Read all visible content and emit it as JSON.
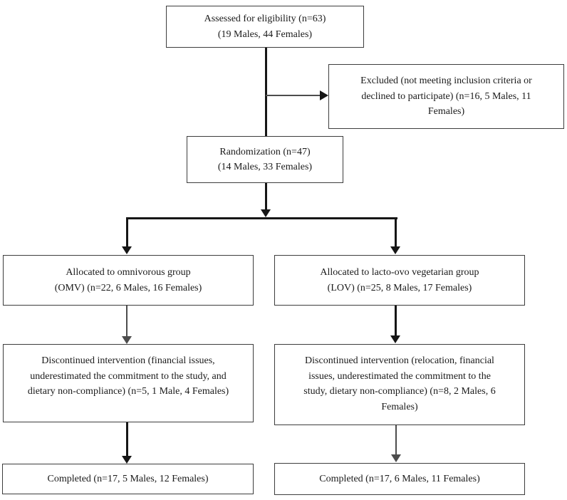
{
  "diagram": {
    "type": "flowchart",
    "nodes": {
      "assessed": {
        "lines": [
          "Assessed for eligibility (n=63)",
          "(19 Males, 44 Females)"
        ]
      },
      "excluded": {
        "lines": [
          "Excluded (not meeting inclusion criteria or",
          "declined to participate) (n=16, 5 Males, 11",
          "Females)"
        ]
      },
      "randomization": {
        "lines": [
          "Randomization (n=47)",
          "(14 Males, 33 Females)"
        ]
      },
      "allocated_omv": {
        "lines": [
          "Allocated to omnivorous group",
          "(OMV) (n=22, 6 Males, 16 Females)"
        ]
      },
      "allocated_lov": {
        "lines": [
          "Allocated to lacto-ovo vegetarian group",
          "(LOV) (n=25, 8 Males, 17 Females)"
        ]
      },
      "discontinued_omv": {
        "lines": [
          "Discontinued intervention (financial issues,",
          "underestimated the commitment to the study, and",
          "dietary non-compliance) (n=5, 1 Male, 4 Females)"
        ]
      },
      "discontinued_lov": {
        "lines": [
          "Discontinued intervention (relocation, financial",
          "issues, underestimated the commitment to the",
          "study, dietary non-compliance) (n=8, 2 Males, 6",
          "Females)"
        ]
      },
      "completed_omv": {
        "lines": [
          "Completed (n=17, 5 Males, 12 Females)"
        ]
      },
      "completed_lov": {
        "lines": [
          "Completed (n=17, 6 Males, 11 Females)"
        ]
      }
    },
    "colors": {
      "background": "#ffffff",
      "box_border": "#3d3d3d",
      "connector": "#161616",
      "connector_light": "#4d4d4d",
      "text": "#1a1a1a"
    }
  }
}
